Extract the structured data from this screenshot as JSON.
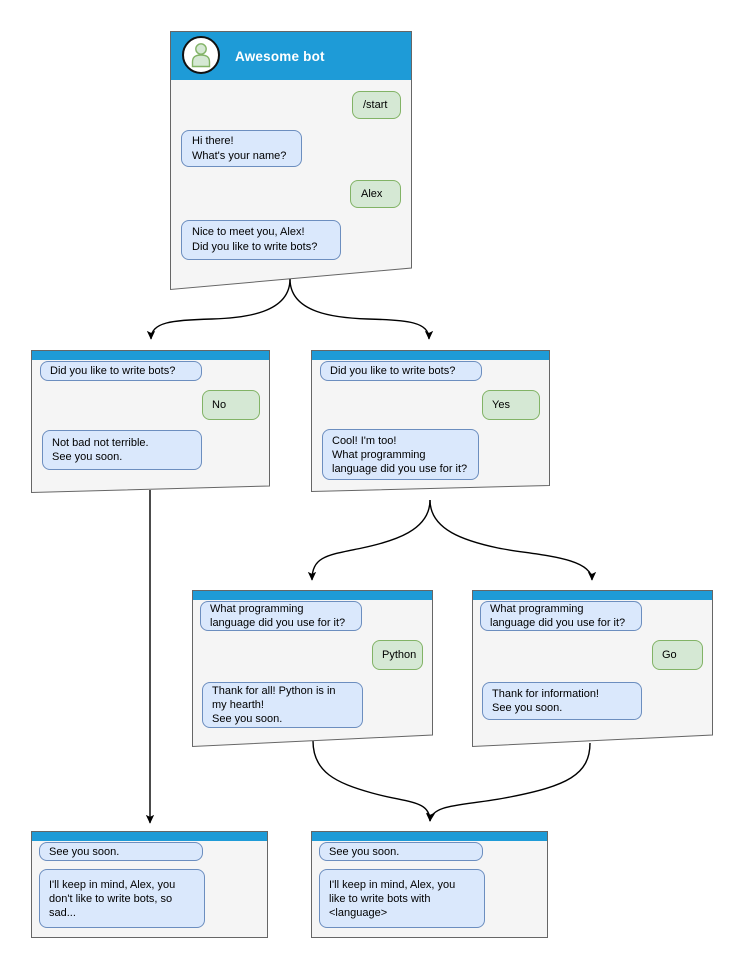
{
  "colors": {
    "header_blue": "#1e9bd7",
    "window_fill": "#f5f5f5",
    "window_border": "#666666",
    "bot_bubble_fill": "#dae8fc",
    "bot_bubble_border": "#6c8ebf",
    "user_bubble_fill": "#d5e8d4",
    "user_bubble_border": "#82b366",
    "text_color": "#000000",
    "arrow_color": "#000000"
  },
  "windows": [
    {
      "name": "main",
      "title": "Awesome bot",
      "avatar_icon": "person-icon",
      "messages": [
        {
          "from": "user",
          "text": "/start"
        },
        {
          "from": "bot",
          "text": "Hi there!\nWhat's your name?"
        },
        {
          "from": "user",
          "text": "Alex"
        },
        {
          "from": "bot",
          "text": "Nice to meet you, Alex!\nDid you like to write bots?"
        }
      ]
    },
    {
      "name": "branch-no",
      "messages": [
        {
          "from": "bot",
          "text": "Did you like to write bots?"
        },
        {
          "from": "user",
          "text": "No"
        },
        {
          "from": "bot",
          "text": "Not bad not terrible.\nSee you soon."
        }
      ]
    },
    {
      "name": "branch-yes",
      "messages": [
        {
          "from": "bot",
          "text": "Did you like to write bots?"
        },
        {
          "from": "user",
          "text": "Yes"
        },
        {
          "from": "bot",
          "text": "Cool! I'm too!\nWhat programming\nlanguage did you use for it?"
        }
      ]
    },
    {
      "name": "branch-python",
      "messages": [
        {
          "from": "bot",
          "text": "What programming\nlanguage did you use for it?"
        },
        {
          "from": "user",
          "text": "Python"
        },
        {
          "from": "bot",
          "text": "Thank for all! Python is in\nmy hearth!\nSee you soon."
        }
      ]
    },
    {
      "name": "branch-go",
      "messages": [
        {
          "from": "bot",
          "text": "What programming\nlanguage did you use for it?"
        },
        {
          "from": "user",
          "text": "Go"
        },
        {
          "from": "bot",
          "text": "Thank for information!\nSee you soon."
        }
      ]
    },
    {
      "name": "end-no",
      "messages": [
        {
          "from": "bot",
          "text": "See you soon."
        },
        {
          "from": "bot",
          "text": "I'll keep in mind, Alex, you\ndon't like to write bots, so\nsad..."
        }
      ]
    },
    {
      "name": "end-language",
      "messages": [
        {
          "from": "bot",
          "text": "See you soon."
        },
        {
          "from": "bot",
          "text": "I'll keep in mind, Alex, you\nlike to write bots with\n<language>"
        }
      ]
    }
  ]
}
